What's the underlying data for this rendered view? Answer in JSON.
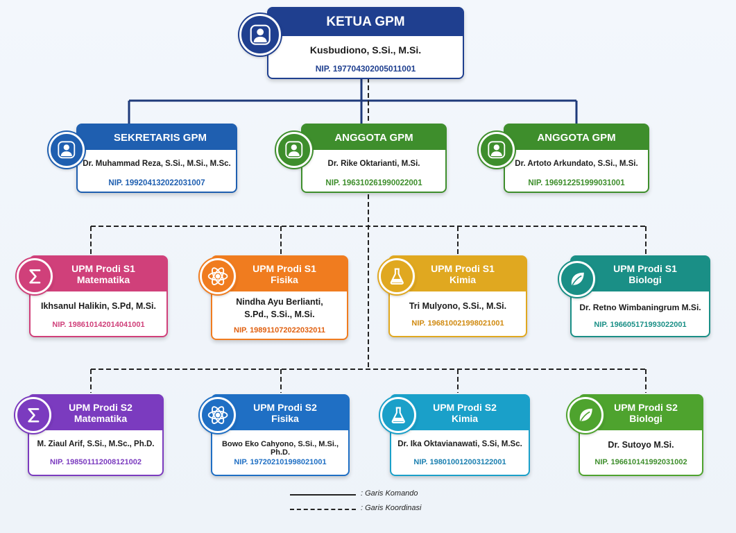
{
  "ketua": {
    "title": "KETUA GPM",
    "name": "Kusbudiono, S.Si., M.Si.",
    "nip": "NIP. 197704302005011001",
    "icon": "person-icon",
    "color": "#1f3f8f"
  },
  "sekretaris": {
    "title": "SEKRETARIS GPM",
    "name": "Dr. Muhammad Reza, S.Si., M.Si., M.Sc.",
    "nip": "NIP. 199204132022031007",
    "icon": "person-icon",
    "color": "#1f5fb0"
  },
  "anggota": [
    {
      "title": "ANGGOTA GPM",
      "name": "Dr. Rike Oktarianti, M.Si.",
      "nip": "NIP. 196310261990022001",
      "icon": "person-icon",
      "color": "#3e8e2c"
    },
    {
      "title": "ANGGOTA GPM",
      "name": "Dr. Artoto Arkundato, S.Si., M.Si.",
      "nip": "NIP. 196912251999031001",
      "icon": "person-icon",
      "color": "#3e8e2c"
    }
  ],
  "upm_s1": [
    {
      "title1": "UPM Prodi S1",
      "title2": "Matematika",
      "name1": "Ikhsanul Halikin, S.Pd, M.Si.",
      "name2": "",
      "nip": "NIP. 198610142014041001",
      "icon": "sigma-icon",
      "color": "#d0407a"
    },
    {
      "title1": "UPM Prodi S1",
      "title2": "Fisika",
      "name1": "Nindha Ayu Berlianti,",
      "name2": "S.Pd., S.Si., M.Si.",
      "nip": "NIP. 198911072022032011",
      "icon": "atom-icon",
      "color": "#f07c1f"
    },
    {
      "title1": "UPM Prodi S1",
      "title2": "Kimia",
      "name1": "Tri Mulyono, S.Si., M.Si.",
      "name2": "",
      "nip": "NIP. 196810021998021001",
      "icon": "flask-icon",
      "color": "#e0a820"
    },
    {
      "title1": "UPM Prodi S1",
      "title2": "Biologi",
      "name1": "Dr. Retno Wimbaningrum M.Si.",
      "name2": "",
      "nip": "NIP. 196605171993022001",
      "icon": "leaf-icon",
      "color": "#1a8f86"
    }
  ],
  "upm_s2": [
    {
      "title1": "UPM Prodi S2",
      "title2": "Matematika",
      "name1": "M. Ziaul Arif, S.Si., M.Sc., Ph.D.",
      "name2": "",
      "nip": "NIP. 198501112008121002",
      "icon": "sigma-icon",
      "color": "#7b3bbf"
    },
    {
      "title1": "UPM Prodi S2",
      "title2": "Fisika",
      "name1": "Bowo Eko Cahyono, S.Si., M.Si., Ph.D.",
      "name2": "",
      "nip": "NIP. 197202101998021001",
      "icon": "atom-icon",
      "color": "#1f6fc4"
    },
    {
      "title1": "UPM Prodi S2",
      "title2": "Kimia",
      "name1": "Dr. Ika Oktavianawati, S.Si, M.Sc.",
      "name2": "",
      "nip": "NIP. 198010012003122001",
      "icon": "flask-icon",
      "color": "#1aa0c9"
    },
    {
      "title1": "UPM Prodi S2",
      "title2": "Biologi",
      "name1": "Dr. Sutoyo M.Si.",
      "name2": "",
      "nip": "NIP. 196610141992031002",
      "icon": "leaf-icon",
      "color": "#4ea32e"
    }
  ],
  "legend": {
    "komando": ": Garis Komando",
    "koordinasi": ": Garis Koordinasi"
  }
}
